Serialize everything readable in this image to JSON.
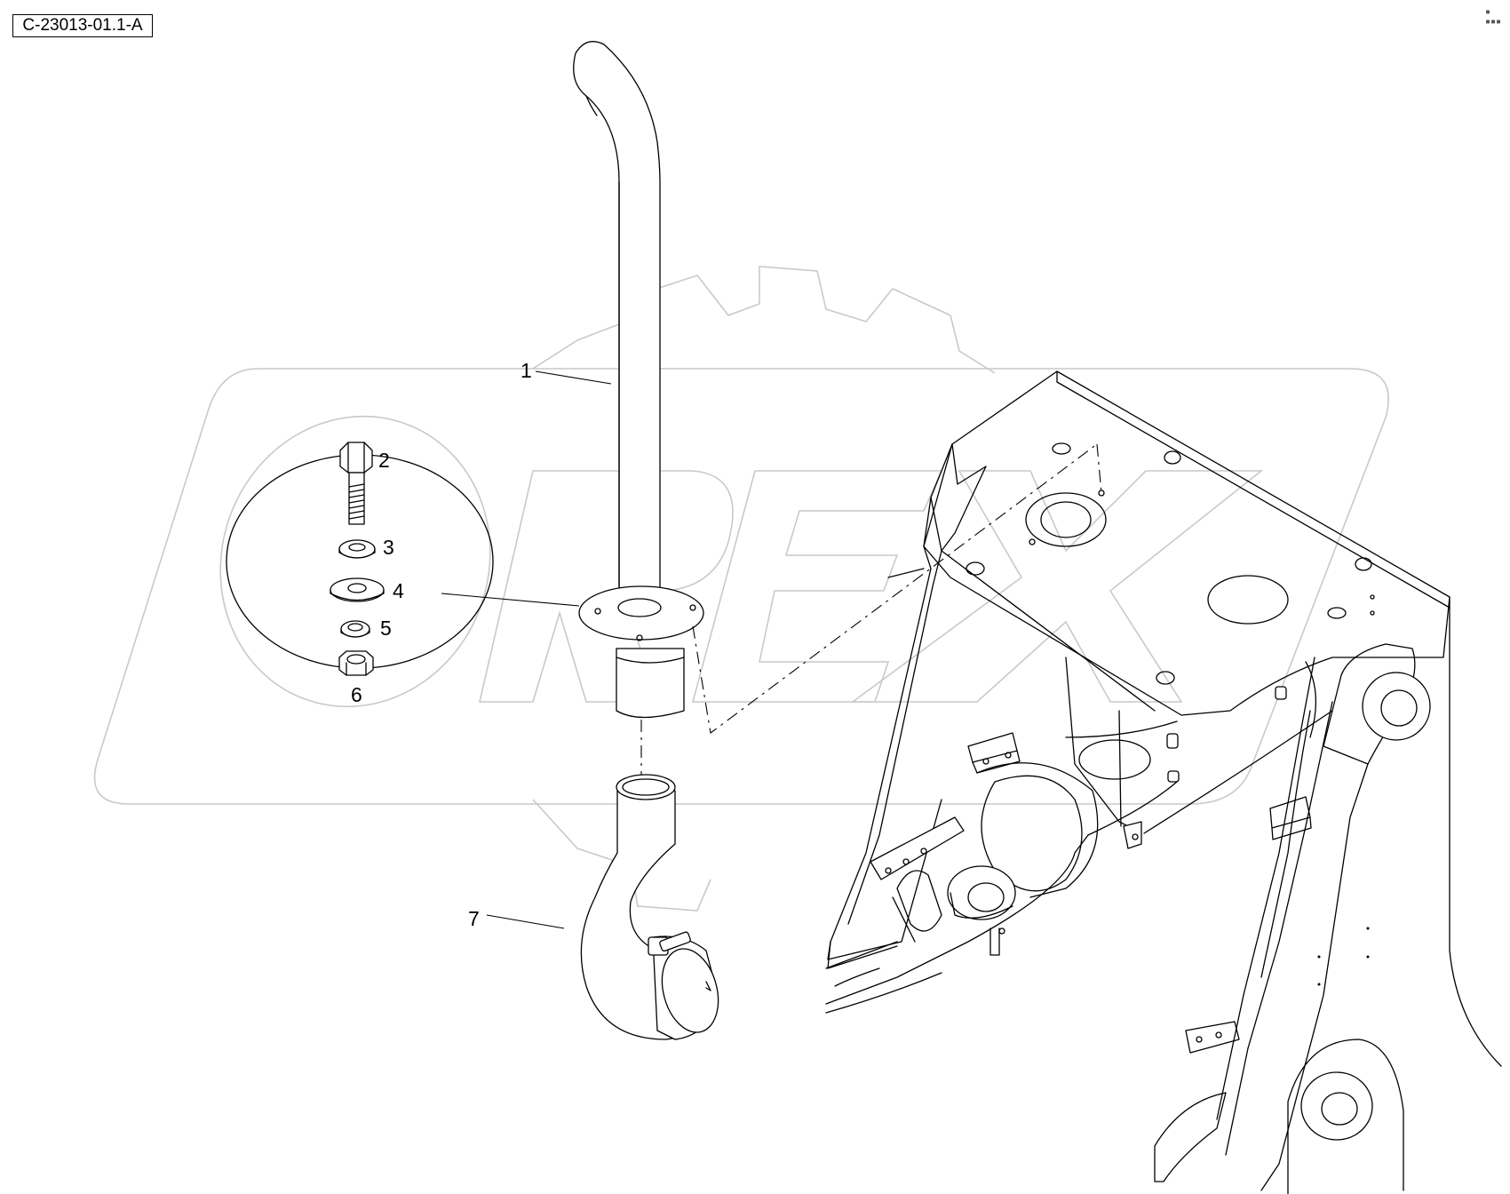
{
  "drawing": {
    "reference_code": "C-23013-01.1-A",
    "corner_mark": "▪ ▪▪▪",
    "watermark_logo": "OREX"
  },
  "callouts": [
    {
      "id": "1",
      "label": "1"
    },
    {
      "id": "2",
      "label": "2"
    },
    {
      "id": "3",
      "label": "3"
    },
    {
      "id": "4",
      "label": "4"
    },
    {
      "id": "5",
      "label": "5"
    },
    {
      "id": "6",
      "label": "6"
    },
    {
      "id": "7",
      "label": "7"
    }
  ]
}
